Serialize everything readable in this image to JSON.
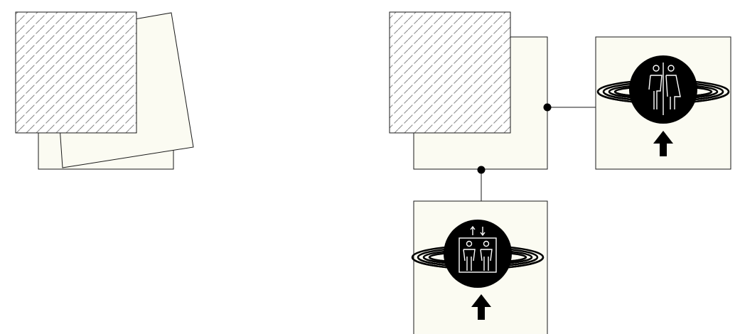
{
  "colors": {
    "background": "#ffffff",
    "panel_fill": "#fbfbf2",
    "outline": "#1a1a1a",
    "hatch": "#8a8a8a",
    "icon_fill": "#000000",
    "icon_line": "#ffffff"
  },
  "icons": {
    "left_group": [
      "hatched-square",
      "tilted-blank-card"
    ],
    "right_group": [
      "hatched-square",
      "blank-card"
    ],
    "right_sign": [
      "restroom-planet-icon",
      "up-arrow-icon"
    ],
    "bottom_sign": [
      "elevator-planet-icon",
      "up-arrow-icon"
    ]
  }
}
